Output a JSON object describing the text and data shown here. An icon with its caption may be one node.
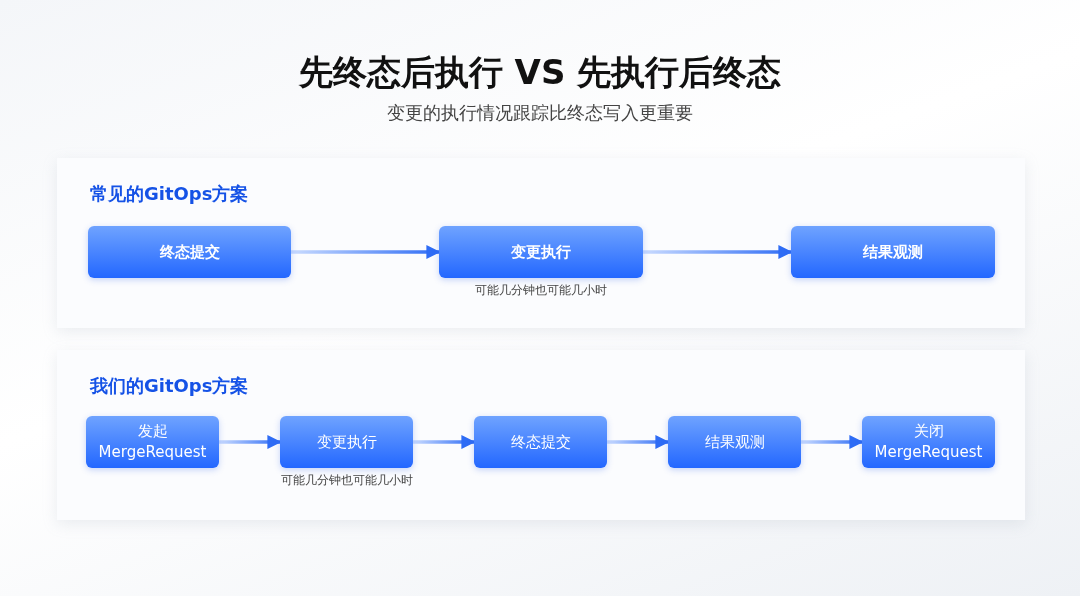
{
  "diagram": {
    "title": "先终态后执行 VS 先执行后终态",
    "nodes": [
      {
        "text": [
          "常见的GitOps方案"
        ]
      },
      {
        "text": [
          "终态提交"
        ],
        "in": 0
      },
      {
        "text": [
          "变更执行"
        ],
        "in": 0,
        "beside": [
          "可能几分钟也可能几小时"
        ]
      },
      {
        "text": [
          "结果观测"
        ],
        "in": 0
      },
      {
        "text": [
          "我们的GitOps方案"
        ]
      },
      {
        "text": [
          "发起 MergeRequest"
        ],
        "in": 4
      },
      {
        "text": [
          "变更执行"
        ],
        "in": 4,
        "beside": [
          "可能几分钟也可能几小时"
        ]
      },
      {
        "text": [
          "终态提交"
        ],
        "in": 4
      },
      {
        "text": [
          "结果观测"
        ],
        "in": 4
      },
      {
        "text": [
          "关闭 MergeRequest"
        ],
        "in": 4
      }
    ],
    "edges": [
      {
        "from": 1,
        "to": 2,
        "arrow": "to"
      },
      {
        "from": 2,
        "to": 3,
        "arrow": "to"
      },
      {
        "from": 5,
        "to": 6,
        "arrow": "to"
      },
      {
        "from": 6,
        "to": 7,
        "arrow": "to"
      },
      {
        "from": 7,
        "to": 8,
        "arrow": "to"
      },
      {
        "from": 8,
        "to": 9,
        "arrow": "to"
      }
    ],
    "labels": [
      "变更的执行情况跟踪比终态写入更重要"
    ]
  }
}
